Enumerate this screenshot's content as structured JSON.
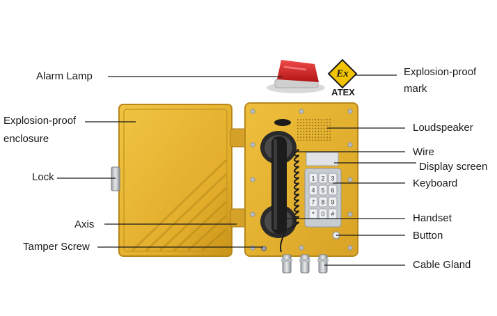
{
  "labels": {
    "alarm_lamp": "Alarm Lamp",
    "explosion_proof_mark_1": "Explosion-proof",
    "explosion_proof_mark_2": "mark",
    "enclosure_1": "Explosion-proof",
    "enclosure_2": "enclosure",
    "lock": "Lock",
    "axis": "Axis",
    "tamper_screw": "Tamper Screw",
    "loudspeaker": "Loudspeaker",
    "wire": "Wire",
    "display_screen": "Display screen",
    "keyboard": "Keyboard",
    "handset": "Handset",
    "button": "Button",
    "cable_gland": "Cable Gland"
  },
  "atex": {
    "symbol": "Ex",
    "text": "ATEX"
  },
  "keypad_keys": [
    "1",
    "2",
    "3",
    "4",
    "5",
    "6",
    "7",
    "8",
    "9",
    "*",
    "0",
    "#"
  ],
  "colors": {
    "enclosure": "#e6b430",
    "enclosure_dark": "#c8961a",
    "lamp": "#d81e1e",
    "leader": "#1a1a1a",
    "handset": "#1c1c1c"
  }
}
